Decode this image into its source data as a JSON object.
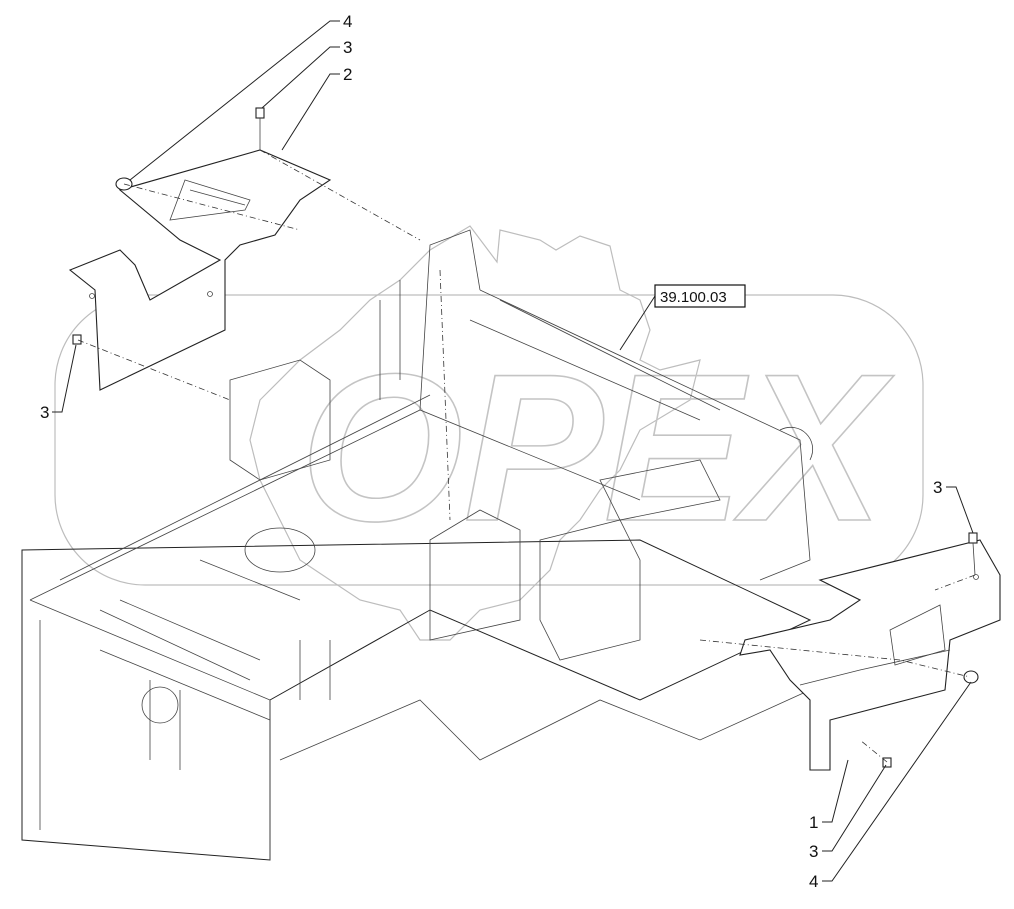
{
  "diagram": {
    "reference_label": "39.100.03",
    "watermark_text": "OPEX",
    "callouts": {
      "top_4": "4",
      "top_3": "3",
      "top_2": "2",
      "left_3": "3",
      "right_3": "3",
      "bottom_1": "1",
      "bottom_3": "3",
      "bottom_4": "4"
    }
  }
}
